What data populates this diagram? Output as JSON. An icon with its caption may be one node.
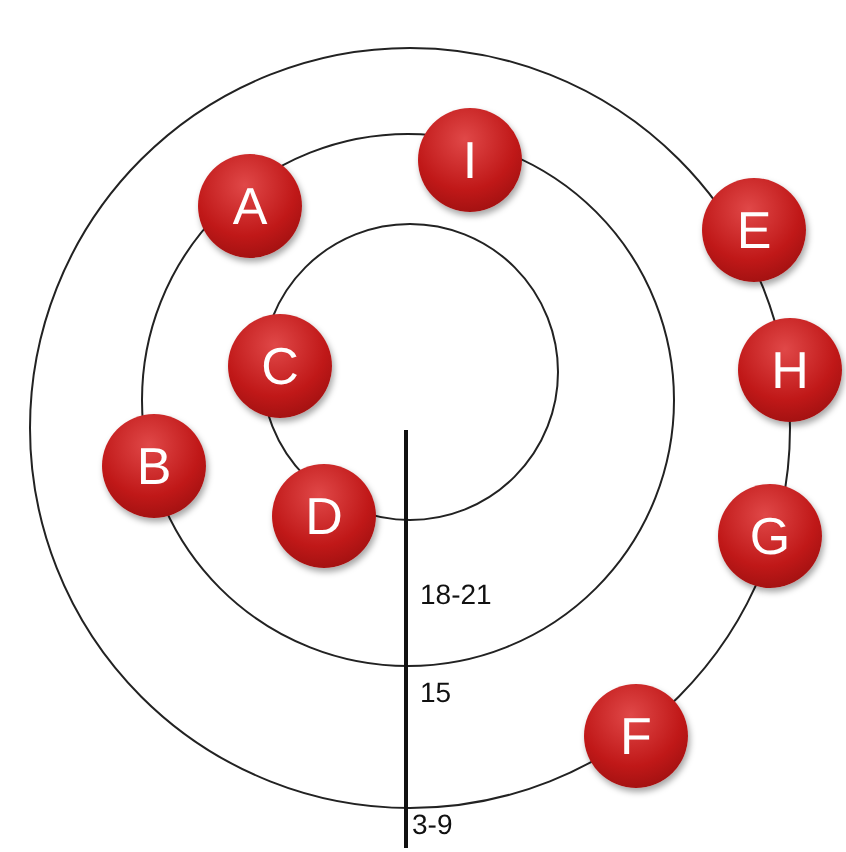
{
  "diagram": {
    "nodes": [
      {
        "text": [
          "A"
        ]
      },
      {
        "text": [
          "I"
        ]
      },
      {
        "text": [
          "E"
        ]
      },
      {
        "text": [
          "C"
        ]
      },
      {
        "text": [
          "H"
        ]
      },
      {
        "text": [
          "B"
        ]
      },
      {
        "text": [
          "D"
        ]
      },
      {
        "text": [
          "G"
        ]
      },
      {
        "text": [
          "F"
        ]
      }
    ],
    "labels": [
      "18-21",
      "15",
      "3-9"
    ]
  }
}
